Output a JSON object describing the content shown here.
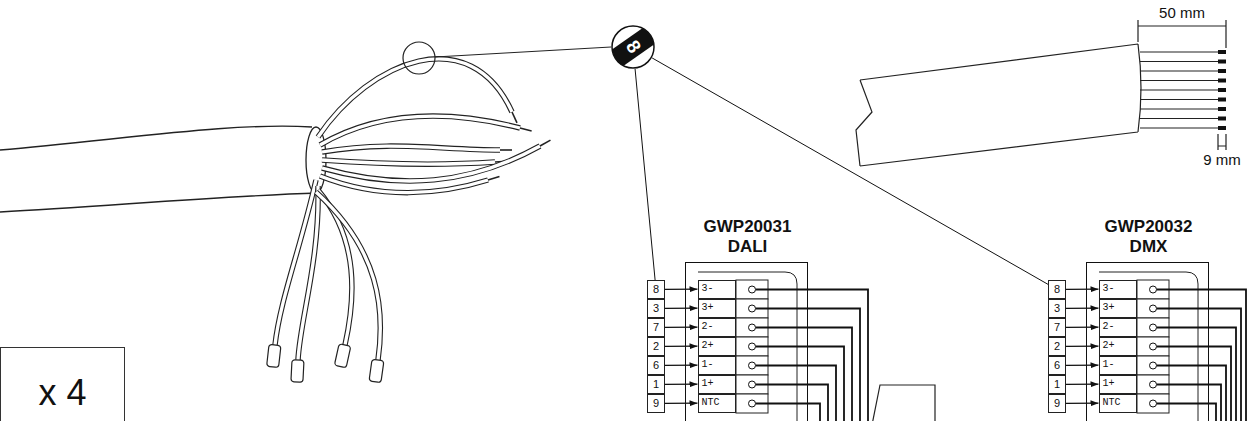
{
  "diagram": {
    "nodes": [
      {
        "text": [
          "8"
        ]
      },
      {
        "text": [
          "GWP20031",
          "DALI"
        ]
      },
      {
        "text": [
          "8"
        ]
      },
      {
        "text": [
          "3"
        ]
      },
      {
        "text": [
          "7"
        ]
      },
      {
        "text": [
          "2"
        ]
      },
      {
        "text": [
          "6"
        ]
      },
      {
        "text": [
          "1"
        ]
      },
      {
        "text": [
          "9"
        ]
      },
      {
        "text": [
          "3-"
        ],
        "in": 1
      },
      {
        "text": [
          "3+"
        ],
        "in": 1
      },
      {
        "text": [
          "2-"
        ],
        "in": 1
      },
      {
        "text": [
          "2+"
        ],
        "in": 1
      },
      {
        "text": [
          "1-"
        ],
        "in": 1
      },
      {
        "text": [
          "1+"
        ],
        "in": 1
      },
      {
        "text": [
          "NTC"
        ],
        "in": 1
      },
      {
        "text": [
          "GWP20032",
          "DMX"
        ]
      },
      {
        "text": [
          "8"
        ]
      },
      {
        "text": [
          "3"
        ]
      },
      {
        "text": [
          "7"
        ]
      },
      {
        "text": [
          "2"
        ]
      },
      {
        "text": [
          "6"
        ]
      },
      {
        "text": [
          "1"
        ]
      },
      {
        "text": [
          "9"
        ]
      },
      {
        "text": [
          "3-"
        ],
        "in": 16
      },
      {
        "text": [
          "3+"
        ],
        "in": 16
      },
      {
        "text": [
          "2-"
        ],
        "in": 16
      },
      {
        "text": [
          "2+"
        ],
        "in": 16
      },
      {
        "text": [
          "1-"
        ],
        "in": 16
      },
      {
        "text": [
          "1+"
        ],
        "in": 16
      },
      {
        "text": [
          "NTC"
        ],
        "in": 16
      },
      {
        "text": [
          "x 4"
        ]
      }
    ],
    "edges": [
      {
        "from": 0,
        "to": 2,
        "arrow": "none"
      },
      {
        "from": 0,
        "to": 17,
        "arrow": "none"
      },
      {
        "from": 2,
        "to": 9,
        "arrow": "to"
      },
      {
        "from": 3,
        "to": 10,
        "arrow": "to"
      },
      {
        "from": 4,
        "to": 11,
        "arrow": "to"
      },
      {
        "from": 5,
        "to": 12,
        "arrow": "to"
      },
      {
        "from": 6,
        "to": 13,
        "arrow": "to"
      },
      {
        "from": 7,
        "to": 14,
        "arrow": "to"
      },
      {
        "from": 8,
        "to": 15,
        "arrow": "to"
      },
      {
        "from": 17,
        "to": 24,
        "arrow": "to"
      },
      {
        "from": 18,
        "to": 25,
        "arrow": "to"
      },
      {
        "from": 19,
        "to": 26,
        "arrow": "to"
      },
      {
        "from": 20,
        "to": 27,
        "arrow": "to"
      },
      {
        "from": 21,
        "to": 28,
        "arrow": "to"
      },
      {
        "from": 22,
        "to": 29,
        "arrow": "to"
      },
      {
        "from": 23,
        "to": 30,
        "arrow": "to"
      }
    ],
    "labels": [
      "50 mm",
      "9 mm"
    ]
  }
}
